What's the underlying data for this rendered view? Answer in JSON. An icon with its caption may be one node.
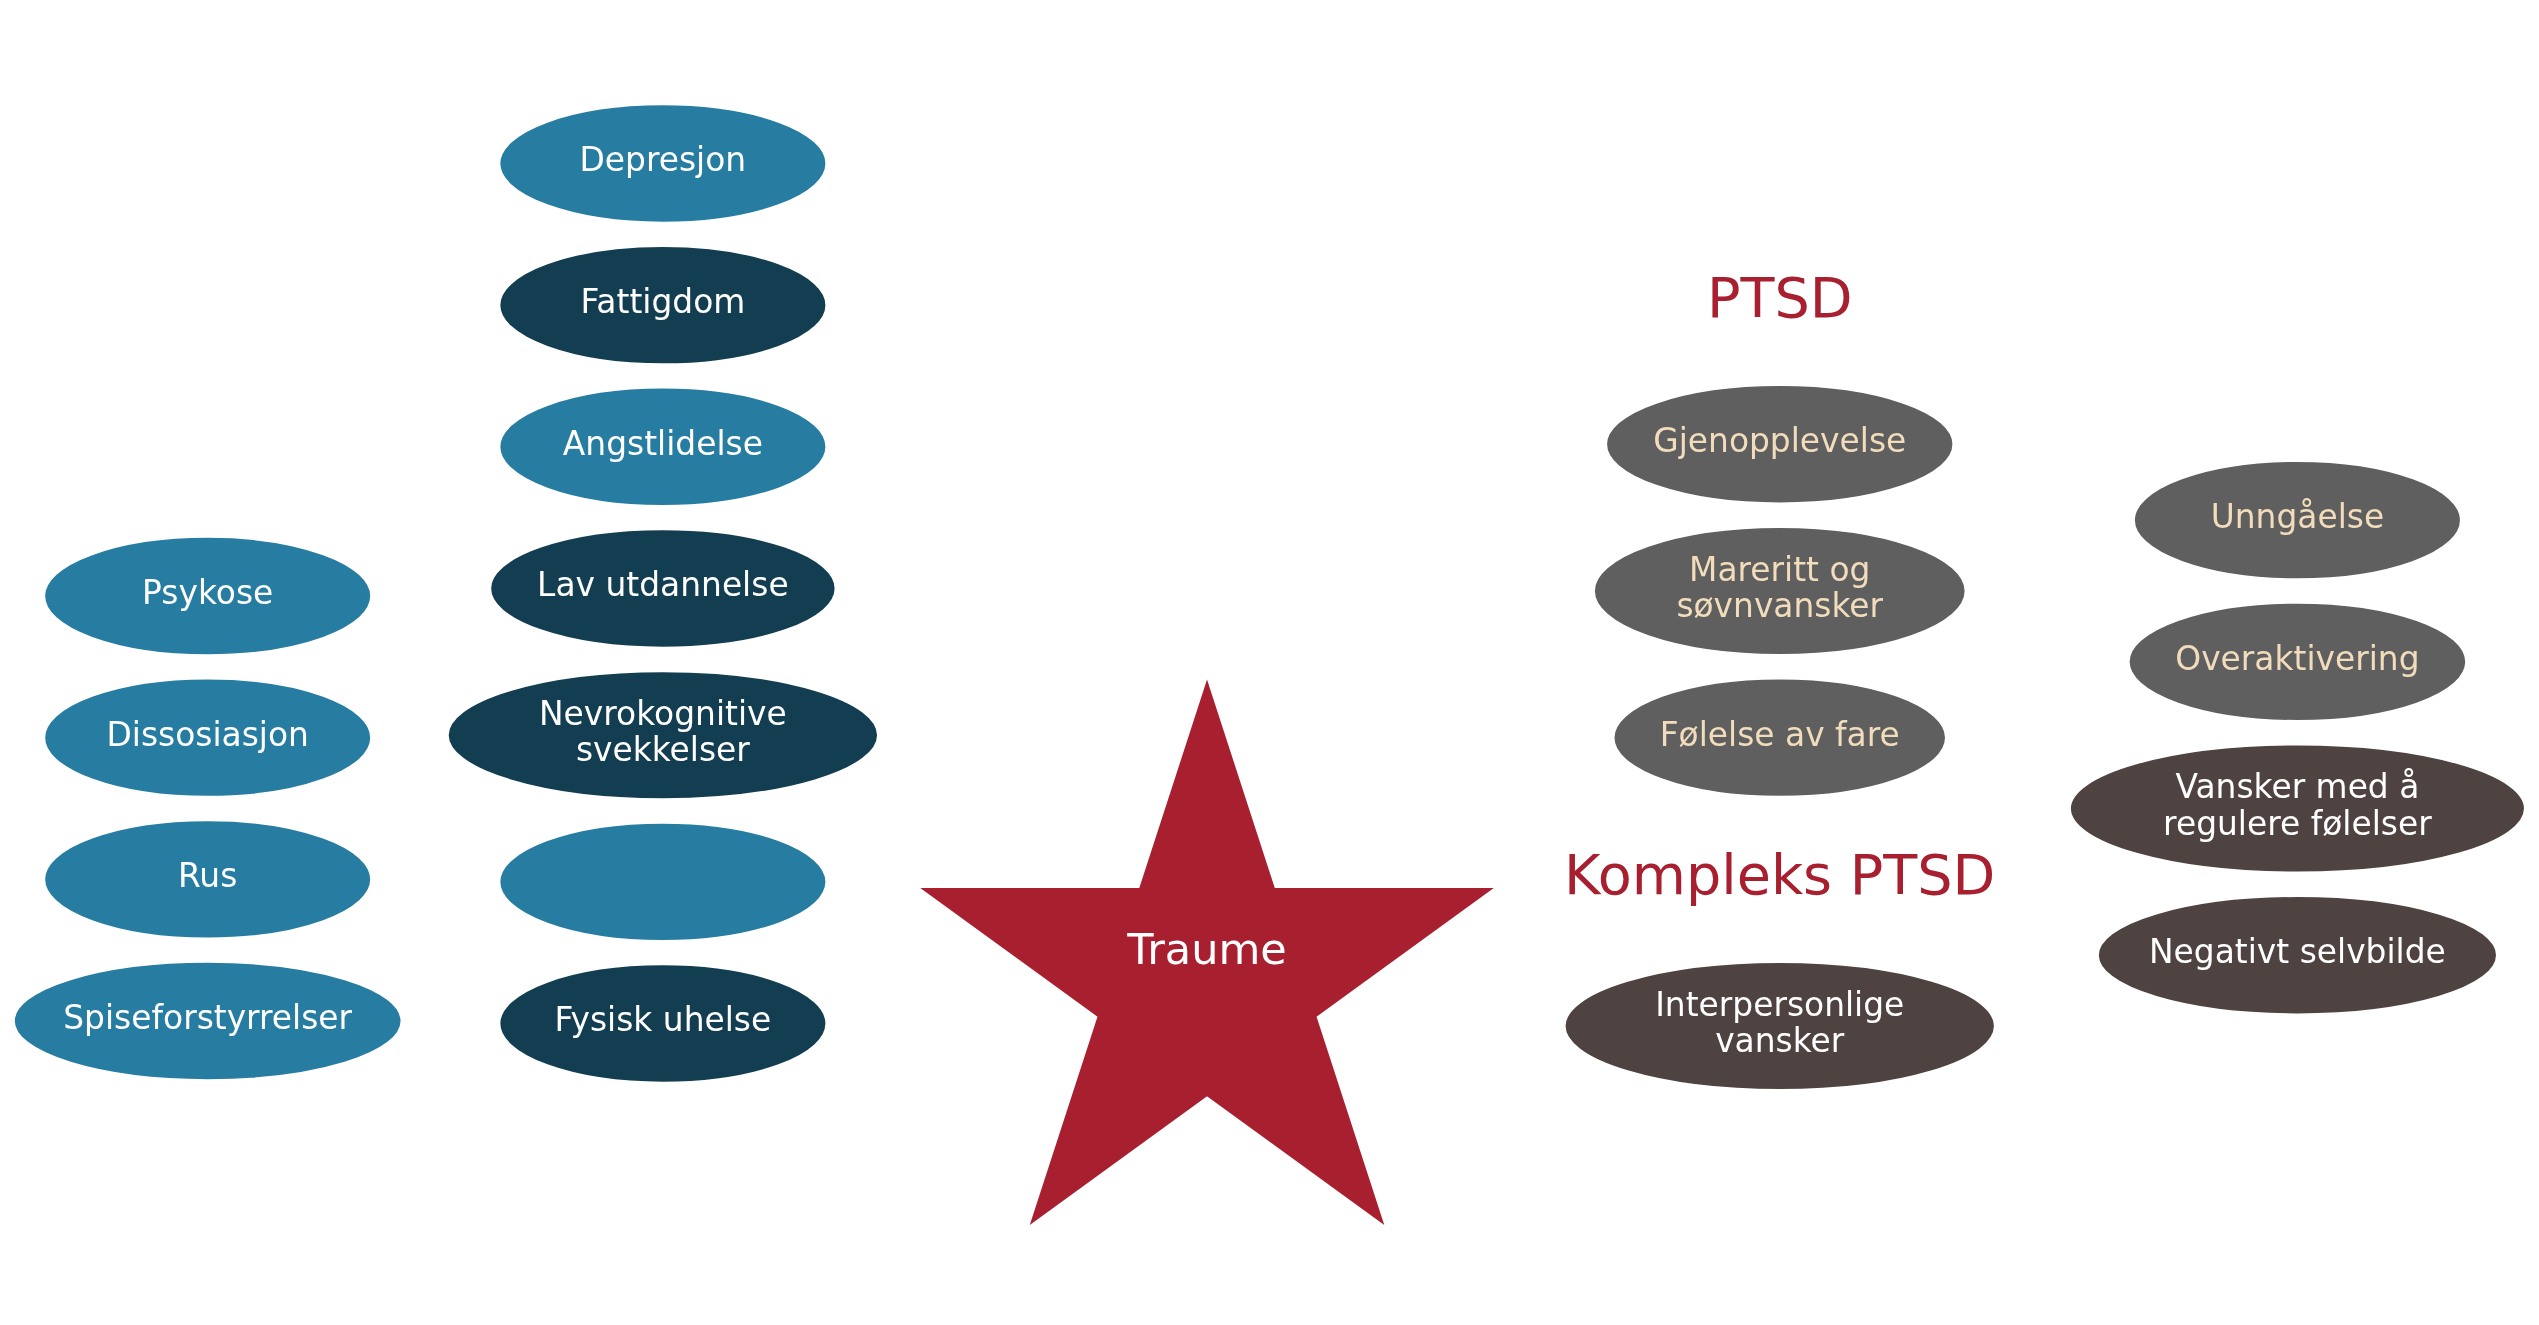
{
  "diagram": {
    "nodes": [
      {
        "text": [
          "Psykose"
        ]
      },
      {
        "text": [
          "Depresjon"
        ]
      },
      {
        "text": [
          "Fattigdom"
        ]
      },
      {
        "text": [
          "Angstlidelse"
        ]
      },
      {
        "text": [
          "Dissosiasjon"
        ]
      },
      {
        "text": [
          "Lav utdannelse"
        ]
      },
      {
        "text": [
          "Rus"
        ]
      },
      {
        "text": [
          "Nevrokognitive svekkelser"
        ]
      },
      {
        "text": [
          "Spiseforstyrrelser"
        ]
      },
      {
        "text": [],
        "shape": "ellipse"
      },
      {
        "text": [
          "Fysisk uhelse"
        ]
      },
      {
        "text": [
          "Traume"
        ]
      },
      {
        "text": [
          "Gjenopplevelse"
        ]
      },
      {
        "text": [
          "Unngåelse"
        ]
      },
      {
        "text": [
          "Mareritt og søvnvansker"
        ]
      },
      {
        "text": [
          "Overaktivering"
        ]
      },
      {
        "text": [
          "Følelse av fare"
        ]
      },
      {
        "text": [
          "Vansker med å regulere følelser"
        ]
      },
      {
        "text": [
          "Interpersonlige vansker"
        ]
      },
      {
        "text": [
          "Negativt selvbilde"
        ]
      }
    ],
    "labels": [
      "PTSD",
      "Kompleks PTSD"
    ]
  }
}
